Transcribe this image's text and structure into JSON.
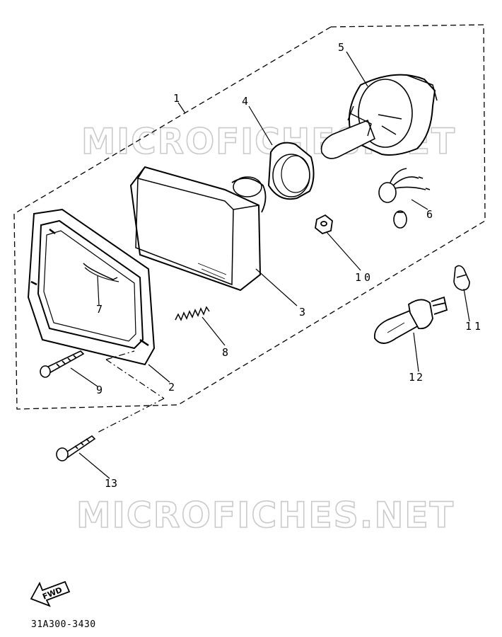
{
  "diagram": {
    "watermark": "MICROFICHES.NET",
    "diagram_code": "31A300-3430",
    "fwd_label": "FWD",
    "callouts": [
      "1",
      "2",
      "3",
      "4",
      "5",
      "6",
      "7",
      "8",
      "9",
      "10",
      "11",
      "12",
      "13"
    ]
  }
}
